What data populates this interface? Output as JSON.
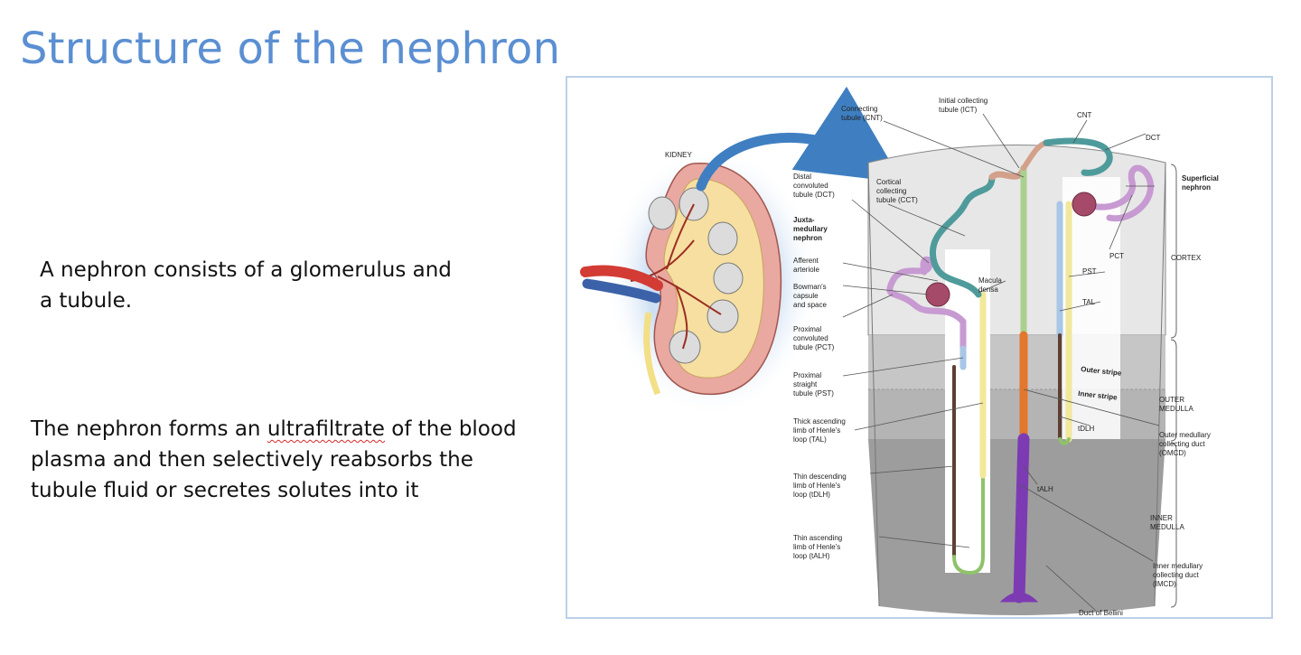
{
  "slide": {
    "title": "Structure of the nephron",
    "para1": "A nephron consists of a glomerulus and a tubule.",
    "para2_before": "The nephron forms an ",
    "para2_misspelled": "ultrafiltrate",
    "para2_after": " of the blood plasma and then selectively reabsorbs the tubule fluid or secretes solutes into it"
  },
  "figure": {
    "labels": {
      "kidney": "KIDNEY",
      "connecting_tubule": [
        "Connecting",
        "tubule (CNT)"
      ],
      "initial_collecting": [
        "Initial collecting",
        "tubule (ICT)"
      ],
      "cnt": "CNT",
      "dct": "DCT",
      "superficial_nephron": [
        "Superficial",
        "nephron"
      ],
      "distal_convoluted": [
        "Distal",
        "convoluted",
        "tubule (DCT)"
      ],
      "cortical_collecting": [
        "Cortical",
        "collecting",
        "tubule (CCT)"
      ],
      "juxtamedullary": [
        "Juxta-",
        "medullary",
        "nephron"
      ],
      "afferent_arteriole": [
        "Afferent",
        "arteriole"
      ],
      "bowmans": [
        "Bowman's",
        "capsule",
        "and space"
      ],
      "proximal_convoluted": [
        "Proximal",
        "convoluted",
        "tubule (PCT)"
      ],
      "proximal_straight": [
        "Proximal",
        "straight",
        "tubule (PST)"
      ],
      "thick_ascending": [
        "Thick ascending",
        "limb of Henle's",
        "loop (TAL)"
      ],
      "thin_descending": [
        "Thin descending",
        "limb of Henle's",
        "loop (tDLH)"
      ],
      "thin_ascending": [
        "Thin ascending",
        "limb of Henle's",
        "loop (tALH)"
      ],
      "macula_densa": [
        "Macula",
        "densa"
      ],
      "pct": "PCT",
      "pst": "PST",
      "tal": "TAL",
      "cortex": "CORTEX",
      "outer_stripe": "Outer stripe",
      "inner_stripe": "Inner stripe",
      "outer_medulla": [
        "OUTER",
        "MEDULLA"
      ],
      "tdlh": "tDLH",
      "omcd": [
        "Outer medullary",
        "collecting duct",
        "(OMCD)"
      ],
      "talh": "tALH",
      "inner_medulla": [
        "INNER",
        "MEDULLA"
      ],
      "imcd": [
        "Inner medullary",
        "collecting duct",
        "(IMCD)"
      ],
      "duct_bellini": "Duct of Bellini"
    }
  }
}
